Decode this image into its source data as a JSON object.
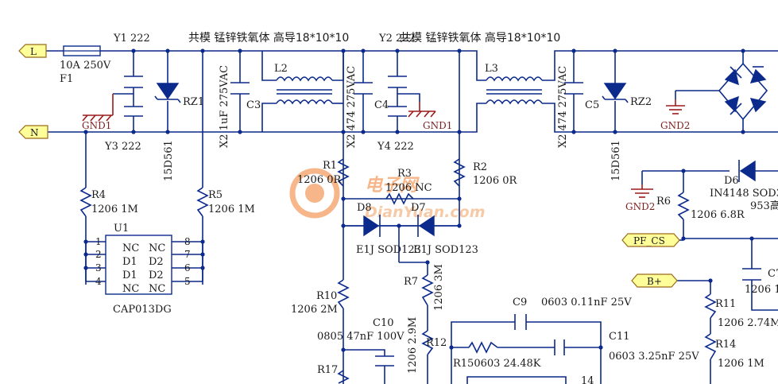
{
  "labels": {
    "y1": "Y1 222",
    "y2": "Y2 222",
    "y3": "Y3 222",
    "y4": "Y4 222",
    "choke1": "共模 锰锌铁氧体 高导18*10*10",
    "choke2": "共模 锰锌铁氧体 高导18*10*10",
    "fuse": "10A 250V",
    "f1": "F1",
    "l2": "L2",
    "l3": "L3",
    "c3": "C3",
    "c4": "C4",
    "c5": "C5",
    "x2a": "X2 1uF 275VAC",
    "x2b": "X2 474 275VAC",
    "x2c": "X2 474 275VAC",
    "rz1": "RZ1",
    "rz2": "RZ2",
    "v15a": "15D561",
    "v15b": "15D561",
    "gnd1a": "GND1",
    "gnd1b": "GND1",
    "gnd2a": "GND2",
    "gnd2b": "GND2",
    "r1": "R1",
    "r1v": "1206 0R",
    "r2": "R2",
    "r2v": "1206 0R",
    "r3": "R3",
    "r3v": "1206 NC",
    "r4": "R4",
    "r4v": "1206 1M",
    "r5": "R5",
    "r5v": "1206 1M",
    "r6": "R6",
    "r6v": "1206 6.8R",
    "r7": "R7",
    "r7v": "1206 3M",
    "r10": "R10",
    "r10v": "1206 2M",
    "r11": "R11",
    "r11v": "1206 2.74M",
    "r12": "R12",
    "r12v": "1206 2.9M",
    "r14": "R14",
    "r14v": "1206 1M",
    "r15": "R150603 24.48K",
    "r17": "R17",
    "d6": "D6",
    "d6v": "IN4148 SOD3",
    "d6v2": "953高",
    "d7": "D7",
    "d8": "D8",
    "e1ja": "E1J SOD123",
    "e1jb": "E1J SOD123",
    "u1": "U1",
    "u1part": "CAP013DG",
    "c9": "C9",
    "c9v": "0603 0.11nF 25V",
    "c10": "C10",
    "c10v": "0805 47nF 100V",
    "c11": "C11",
    "c11v": "0603 3.25nF 25V",
    "c7": "C7",
    "c7v": "1206 1",
    "pin14": "14"
  },
  "ports": {
    "l": "L",
    "n": "N",
    "pfcs": "PF_CS",
    "bplus": "B+"
  },
  "u1_pins": {
    "left_nums": [
      "1",
      "2",
      "3",
      "4"
    ],
    "right_nums": [
      "8",
      "7",
      "6",
      "5"
    ],
    "left_names": [
      "NC",
      "D1",
      "D1",
      "NC"
    ],
    "right_names": [
      "NC",
      "D2",
      "D2",
      "NC"
    ]
  },
  "watermark": {
    "cn": "电子网",
    "url": "DianYuan.com"
  },
  "colors": {
    "wire": "#0b2a8c",
    "component_red": "#9b1b1b",
    "port_fill": "#ffff99",
    "watermark": "#f07c2c"
  }
}
